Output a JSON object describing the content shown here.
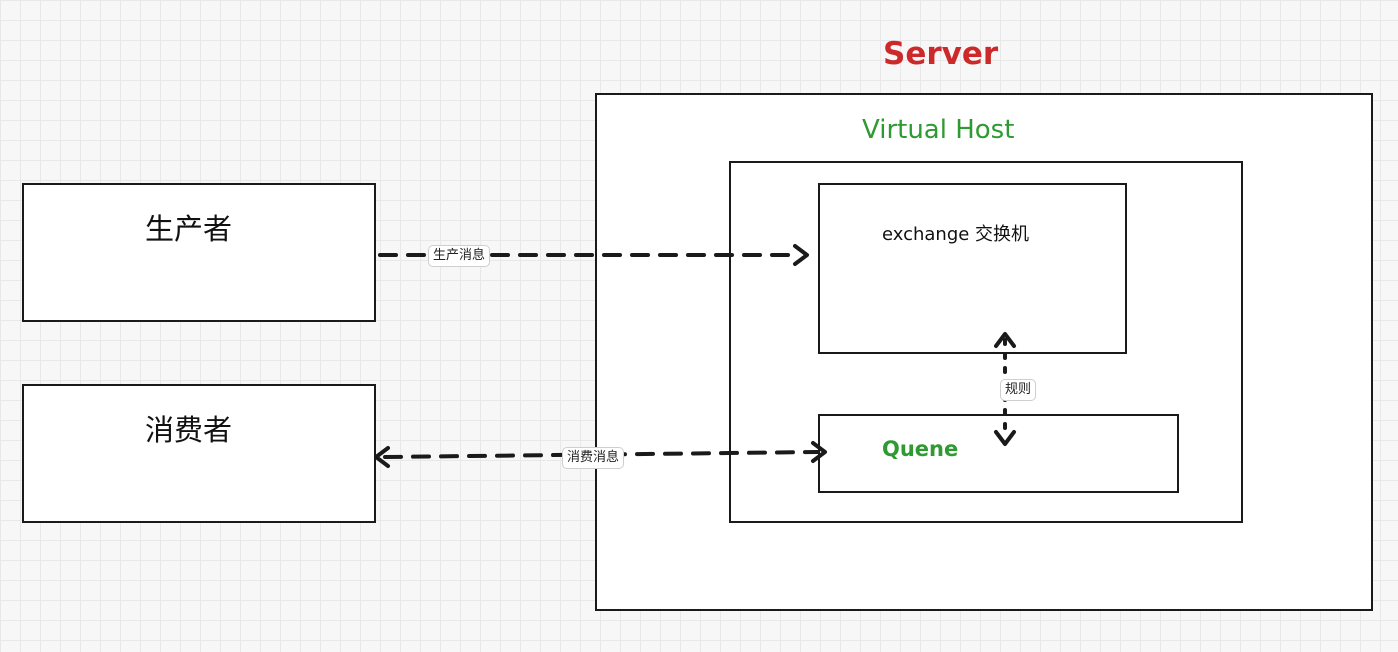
{
  "server": {
    "title": "Server"
  },
  "vhost": {
    "title": "Virtual Host"
  },
  "exchange": {
    "label": "exchange 交换机"
  },
  "queue": {
    "label": "Quene"
  },
  "producer": {
    "label": "生产者"
  },
  "consumer": {
    "label": "消费者"
  },
  "edges": {
    "produce": "生产消息",
    "rule": "规则",
    "consume": "消费消息"
  },
  "colors": {
    "server_title": "#cc2a2a",
    "vhost_title": "#2e9a32",
    "queue_label": "#2e9a32",
    "stroke": "#1a1a1a"
  }
}
